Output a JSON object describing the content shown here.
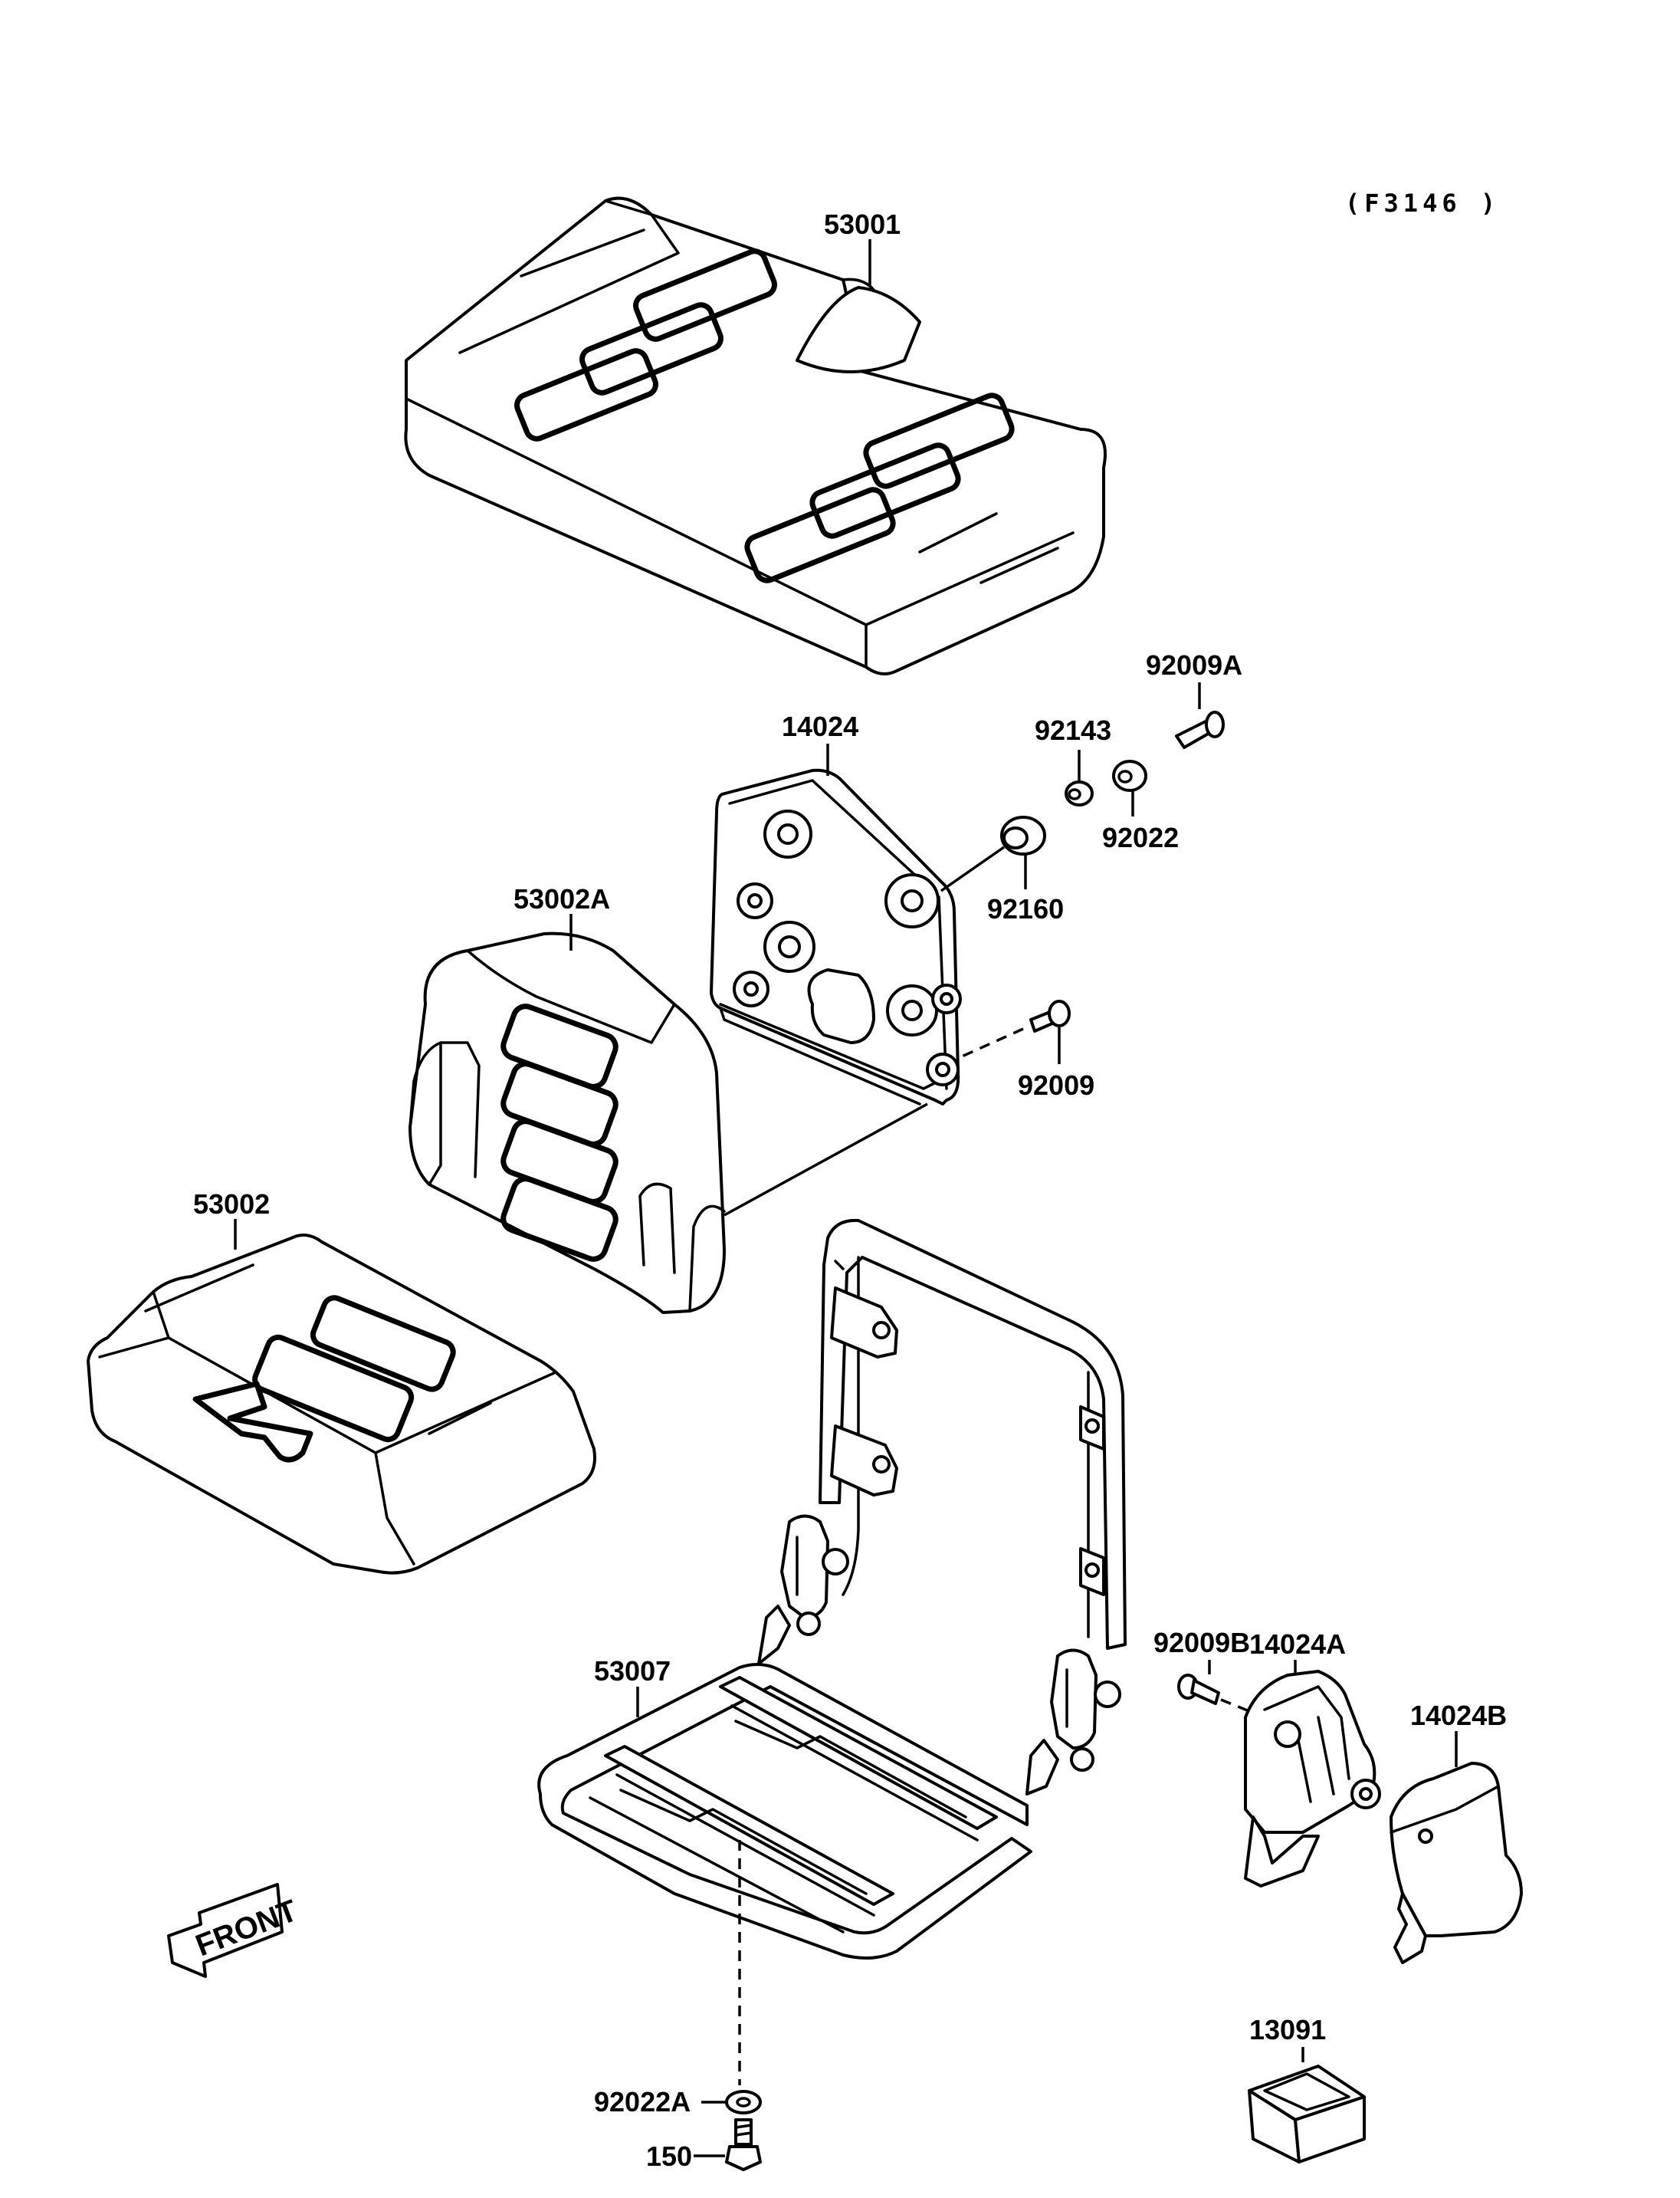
{
  "figure_code": "(F3146 )",
  "front_label": "FRONT",
  "parts": [
    {
      "id": "53001",
      "label": "53001"
    },
    {
      "id": "92009A",
      "label": "92009A"
    },
    {
      "id": "92143",
      "label": "92143"
    },
    {
      "id": "92022",
      "label": "92022"
    },
    {
      "id": "14024",
      "label": "14024"
    },
    {
      "id": "92160",
      "label": "92160"
    },
    {
      "id": "53002A",
      "label": "53002A"
    },
    {
      "id": "92009",
      "label": "92009"
    },
    {
      "id": "53002",
      "label": "53002"
    },
    {
      "id": "53007",
      "label": "53007"
    },
    {
      "id": "92009B",
      "label": "92009B"
    },
    {
      "id": "14024A",
      "label": "14024A"
    },
    {
      "id": "14024B",
      "label": "14024B"
    },
    {
      "id": "92022A",
      "label": "92022A"
    },
    {
      "id": "150",
      "label": "150"
    },
    {
      "id": "13091",
      "label": "13091"
    }
  ]
}
